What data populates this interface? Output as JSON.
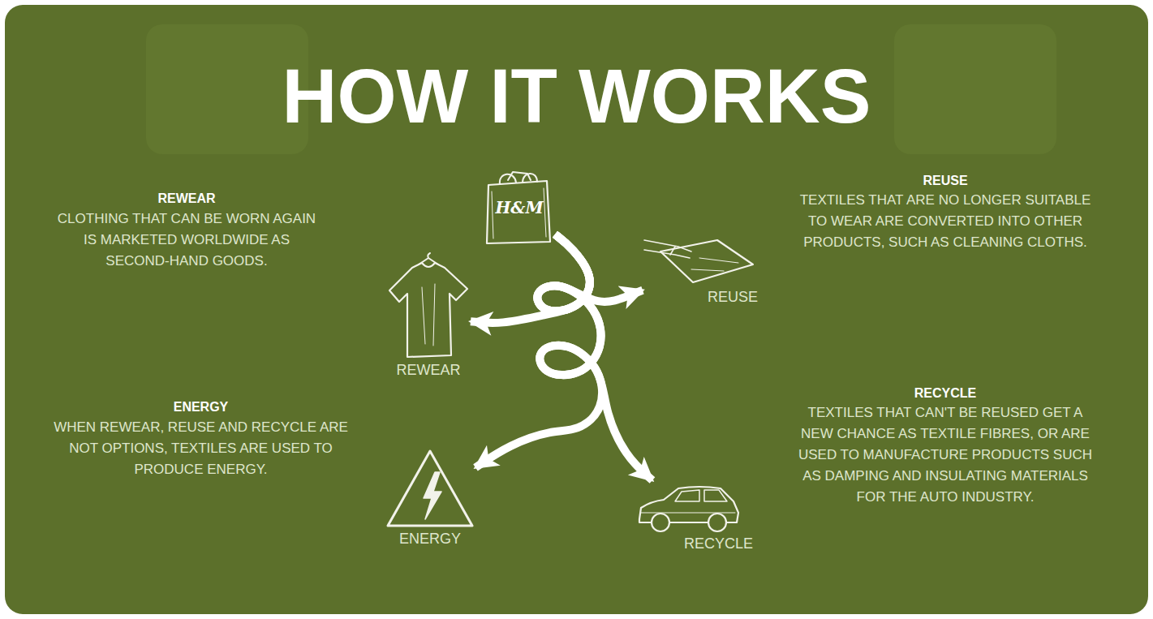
{
  "diagram": {
    "title": "HOW IT WORKS",
    "nodes": [
      {
        "text": [
          "H&M"
        ]
      },
      {
        "text": [
          "REWEAR"
        ]
      },
      {
        "text": [
          "REUSE"
        ]
      },
      {
        "text": [
          "ENERGY"
        ]
      },
      {
        "text": [
          "RECYCLE"
        ]
      }
    ],
    "edges": [
      {
        "from": 0,
        "to": 1,
        "arrow": "to"
      },
      {
        "from": 0,
        "to": 2,
        "arrow": "to"
      },
      {
        "from": 0,
        "to": 3,
        "arrow": "to"
      },
      {
        "from": 0,
        "to": 4,
        "arrow": "to"
      }
    ],
    "labels": [
      "REWEAR",
      "CLOTHING THAT CAN BE WORN AGAIN IS MARKETED WORLDWIDE AS SECOND-HAND GOODS.",
      "REUSE",
      "TEXTILES THAT ARE NO LONGER SUITABLE TO WEAR ARE CONVERTED INTO OTHER PRODUCTS, SUCH AS CLEANING CLOTHS.",
      "ENERGY",
      "WHEN REWEAR, REUSE AND RECYCLE ARE NOT OPTIONS, TEXTILES ARE USED TO PRODUCE ENERGY.",
      "RECYCLE",
      "TEXTILES THAT CAN'T BE REUSED GET A NEW CHANCE AS TEXTILE FIBRES, OR ARE USED TO MANUFACTURE PRODUCTS SUCH AS DAMPING AND INSULATING MATERIALS FOR THE AUTO INDUSTRY."
    ]
  }
}
